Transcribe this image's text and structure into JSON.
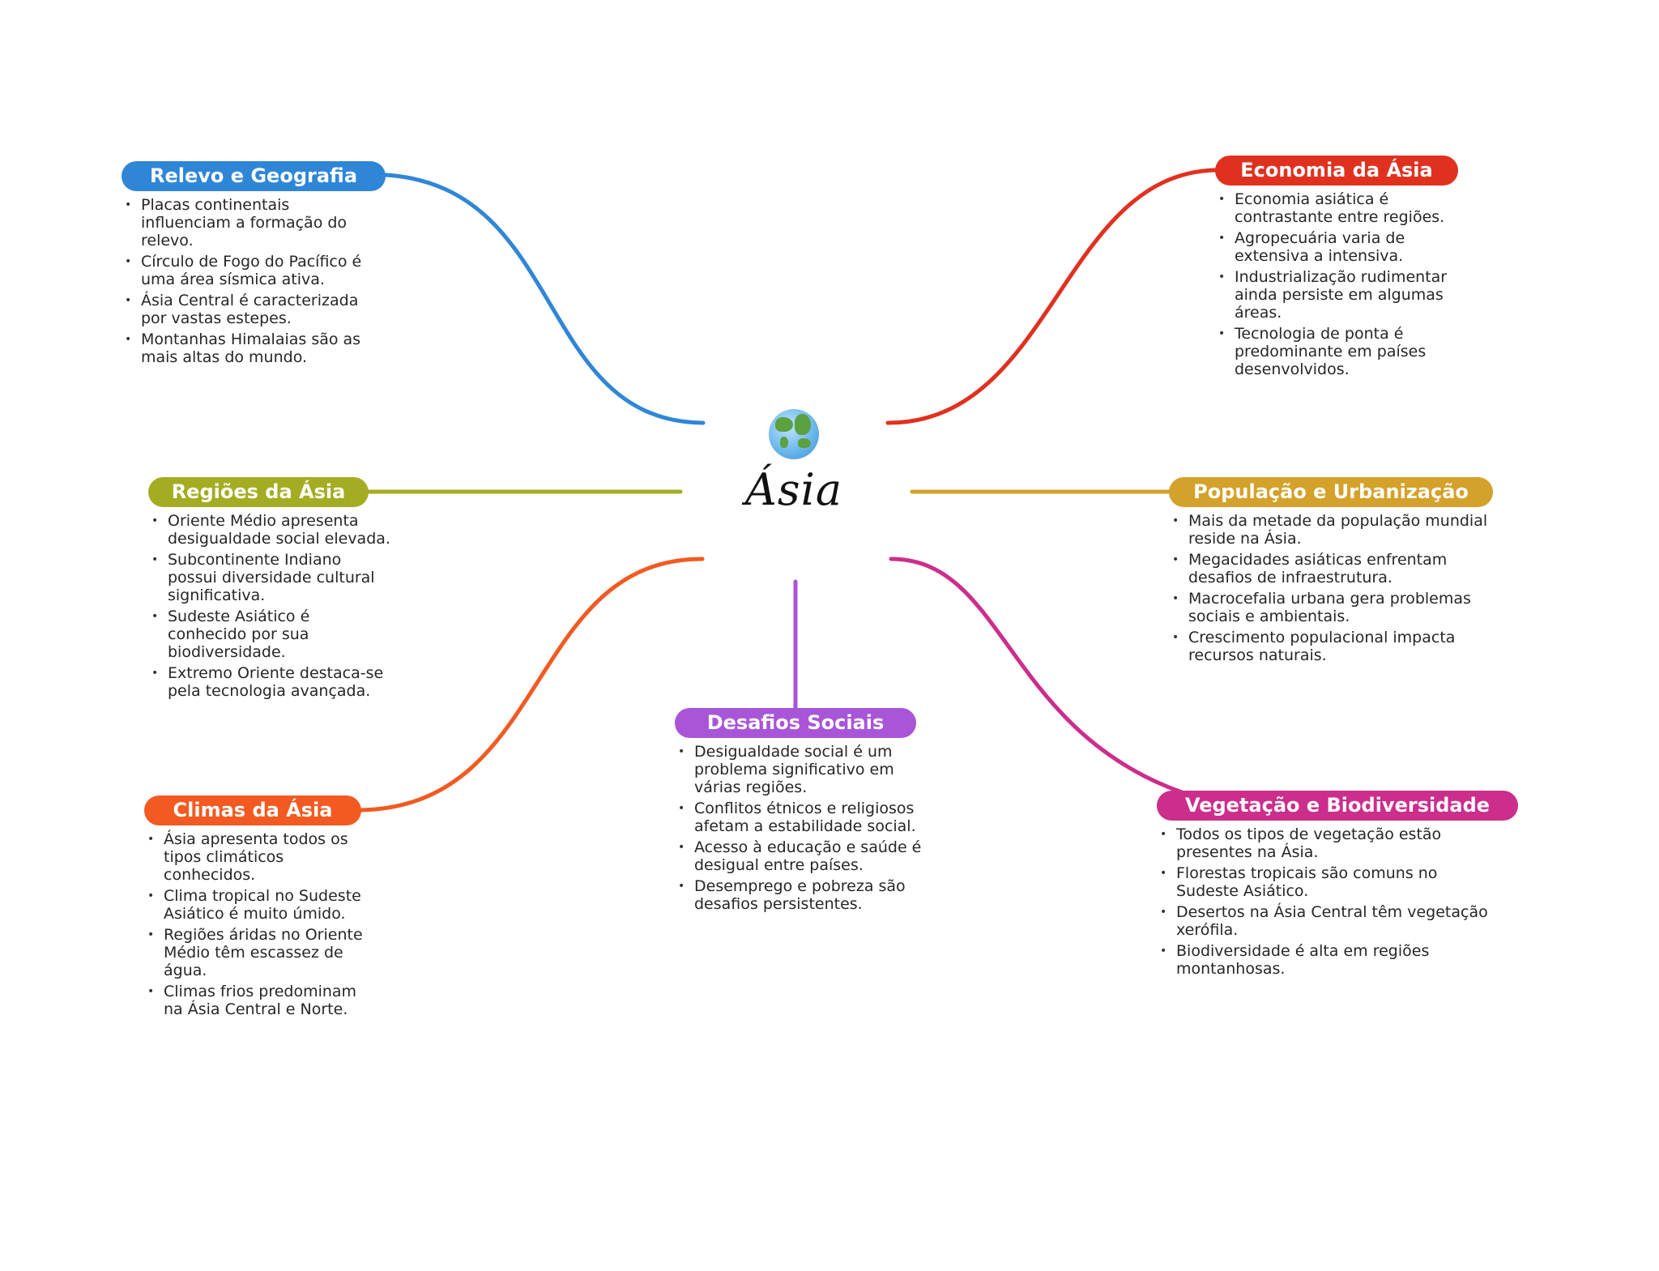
{
  "center": {
    "title": "Ásia",
    "icon": "globe-icon"
  },
  "branches": [
    {
      "key": "relevo",
      "title": "Relevo e Geografia",
      "color": "#2f86d7",
      "items": [
        "Placas continentais influenciam a formação do relevo.",
        "Círculo de Fogo do Pacífico é uma área sísmica ativa.",
        "Ásia Central é caracterizada por vastas estepes.",
        "Montanhas Himalaias são as mais altas do mundo."
      ]
    },
    {
      "key": "economia",
      "title": "Economia da Ásia",
      "color": "#e0311f",
      "items": [
        "Economia asiática é contrastante entre regiões.",
        "Agropecuária varia de extensiva a intensiva.",
        "Industrialização rudimentar ainda persiste em algumas áreas.",
        "Tecnologia de ponta é predominante em países desenvolvidos."
      ]
    },
    {
      "key": "regioes",
      "title": "Regiões da Ásia",
      "color": "#a4ad22",
      "items": [
        "Oriente Médio apresenta desigualdade social elevada.",
        "Subcontinente Indiano possui diversidade cultural significativa.",
        "Sudeste Asiático é conhecido por sua biodiversidade.",
        "Extremo Oriente destaca-se pela tecnologia avançada."
      ]
    },
    {
      "key": "populacao",
      "title": "População e Urbanização",
      "color": "#d4a12a",
      "items": [
        "Mais da metade da população mundial reside na Ásia.",
        "Megacidades asiáticas enfrentam desafios de infraestrutura.",
        "Macrocefalia urbana gera problemas sociais e ambientais.",
        "Crescimento populacional impacta recursos naturais."
      ]
    },
    {
      "key": "desafios",
      "title": "Desafios Sociais",
      "color": "#a855d8",
      "items": [
        "Desigualdade social é um problema significativo em várias regiões.",
        "Conflitos étnicos e religiosos afetam a estabilidade social.",
        "Acesso à educação e saúde é desigual entre países.",
        "Desemprego e pobreza são desafios persistentes."
      ]
    },
    {
      "key": "climas",
      "title": "Climas da Ásia",
      "color": "#f25a22",
      "items": [
        "Ásia apresenta todos os tipos climáticos conhecidos.",
        "Clima tropical no Sudeste Asiático é muito úmido.",
        "Regiões áridas no Oriente Médio têm escassez de água.",
        "Climas frios predominam na Ásia Central e Norte."
      ]
    },
    {
      "key": "vegetacao",
      "title": "Vegetação e Biodiversidade",
      "color": "#cc2e8c",
      "items": [
        "Todos os tipos de vegetação estão presentes na Ásia.",
        "Florestas tropicais são comuns no Sudeste Asiático.",
        "Desertos na Ásia Central têm vegetação xerófila.",
        "Biodiversidade é alta em regiões montanhosas."
      ]
    }
  ]
}
